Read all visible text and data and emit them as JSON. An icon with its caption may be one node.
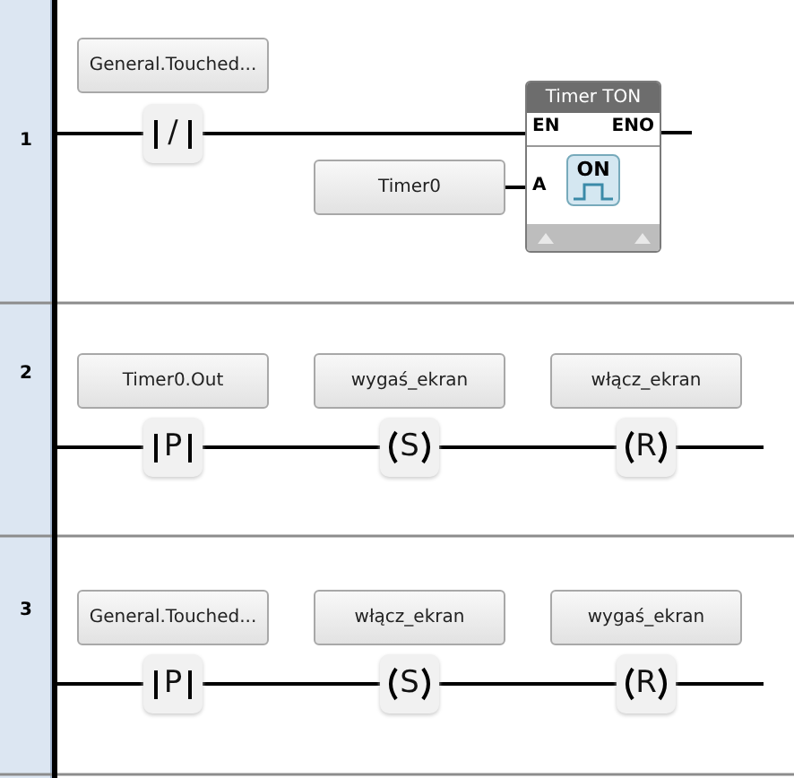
{
  "diagram": {
    "nodes": [
      {
        "text": [],
        "shape": "bar"
      },
      {
        "text": [
          "General.Touched..."
        ]
      },
      {
        "text": [
          "/"
        ]
      },
      {
        "text": [
          "Timer TON",
          "EN",
          "ENO",
          "A",
          "ON"
        ]
      },
      {
        "text": [
          "Timer0"
        ]
      },
      {
        "text": [
          "Timer0.Out"
        ]
      },
      {
        "text": [
          "wygaś_ekran"
        ]
      },
      {
        "text": [
          "włącz_ekran"
        ]
      },
      {
        "text": [
          "P"
        ]
      },
      {
        "text": [
          "S"
        ]
      },
      {
        "text": [
          "R"
        ]
      },
      {
        "text": [
          "General.Touched..."
        ]
      },
      {
        "text": [
          "włącz_ekran"
        ]
      },
      {
        "text": [
          "wygaś_ekran"
        ]
      },
      {
        "text": [
          "P"
        ]
      },
      {
        "text": [
          "S"
        ]
      },
      {
        "text": [
          "R"
        ]
      }
    ],
    "edges": [
      {
        "from": 0,
        "to": 2,
        "arrow": "none"
      },
      {
        "from": 2,
        "to": 3,
        "arrow": "none"
      },
      {
        "from": 3,
        "to": null,
        "arrow": "none"
      },
      {
        "from": 4,
        "to": 3,
        "arrow": "none"
      },
      {
        "from": 0,
        "to": 8,
        "arrow": "none"
      },
      {
        "from": 8,
        "to": 9,
        "arrow": "none"
      },
      {
        "from": 9,
        "to": 10,
        "arrow": "none"
      },
      {
        "from": 10,
        "to": null,
        "arrow": "none"
      },
      {
        "from": 0,
        "to": 14,
        "arrow": "none"
      },
      {
        "from": 14,
        "to": 15,
        "arrow": "none"
      },
      {
        "from": 15,
        "to": 16,
        "arrow": "none"
      },
      {
        "from": 16,
        "to": null,
        "arrow": "none"
      }
    ],
    "labels": [
      "1",
      "2",
      "3"
    ]
  }
}
